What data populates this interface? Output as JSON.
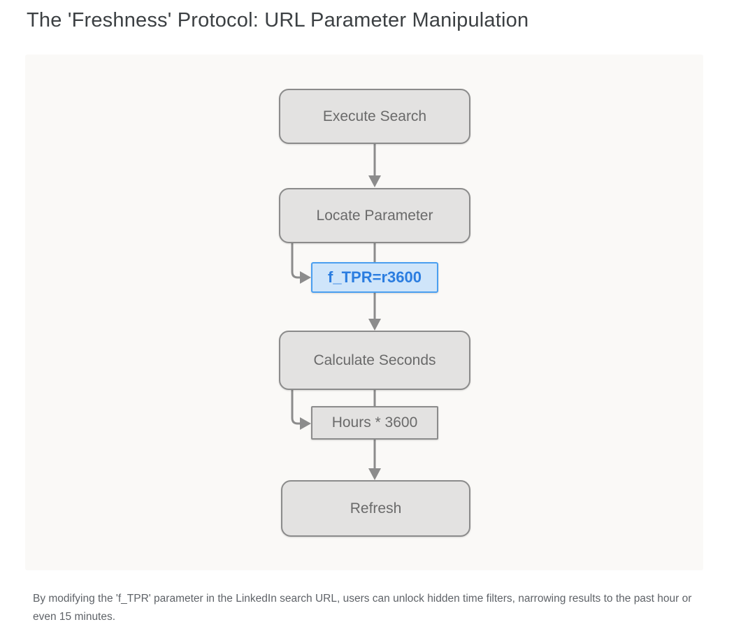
{
  "page": {
    "title": "The 'Freshness' Protocol: URL Parameter Manipulation",
    "caption": "By modifying the 'f_TPR' parameter in the LinkedIn search URL, users can unlock hidden time filters, narrowing results to the past hour or even 15 minutes."
  },
  "colors": {
    "title-text": "#3c4043",
    "caption-text": "#5f6368",
    "panel-bg": "#faf9f7",
    "node-fill": "#e3e2e1",
    "node-border": "#8b8b8b",
    "node-text": "#6a6a6a",
    "highlight-fill": "#cfe5fa",
    "highlight-border": "#4a9ff0",
    "highlight-text": "#2b7de0",
    "connector": "#8c8c8c"
  },
  "flowchart": {
    "nodes": [
      {
        "id": "execute-search",
        "label": "Execute Search",
        "type": "process"
      },
      {
        "id": "locate-parameter",
        "label": "Locate Parameter",
        "type": "process"
      },
      {
        "id": "f-tpr-param",
        "label": "f_TPR=r3600",
        "type": "highlight"
      },
      {
        "id": "calculate-seconds",
        "label": "Calculate Seconds",
        "type": "process"
      },
      {
        "id": "hours-formula",
        "label": "Hours * 3600",
        "type": "annotation"
      },
      {
        "id": "refresh",
        "label": "Refresh",
        "type": "process"
      }
    ],
    "edges": [
      {
        "from": "execute-search",
        "to": "locate-parameter"
      },
      {
        "from": "locate-parameter",
        "to": "f-tpr-param",
        "style": "side-branch"
      },
      {
        "from": "locate-parameter",
        "to": "calculate-seconds"
      },
      {
        "from": "calculate-seconds",
        "to": "hours-formula",
        "style": "side-branch"
      },
      {
        "from": "calculate-seconds",
        "to": "refresh"
      }
    ]
  }
}
